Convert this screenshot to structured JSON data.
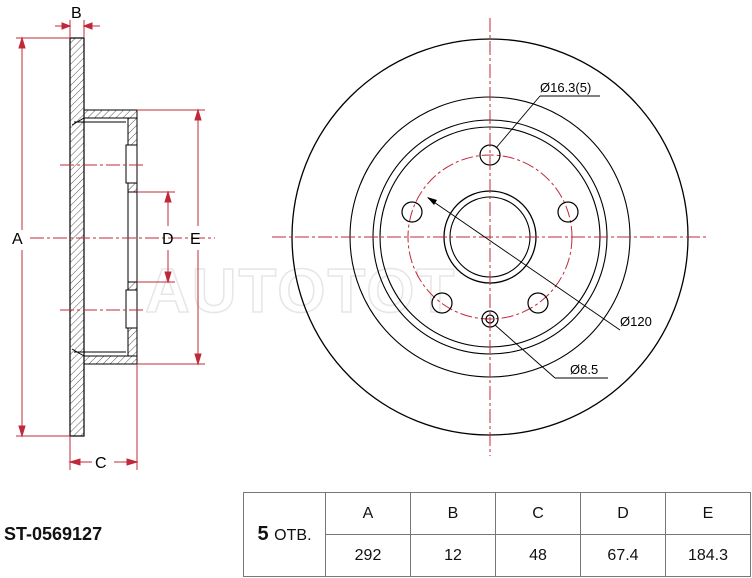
{
  "part_number": "ST-0569127",
  "watermark": "AUTOTOT",
  "labels": {
    "A": "A",
    "B": "B",
    "C": "C",
    "D": "D",
    "E": "E",
    "bolt_hole": "Ø16.3(5)",
    "pcd": "Ø120",
    "pin_hole": "Ø8.5"
  },
  "table": {
    "holes_count": "5",
    "holes_unit": "ОТВ.",
    "headers": [
      "A",
      "B",
      "C",
      "D",
      "E"
    ],
    "values": [
      "292",
      "12",
      "48",
      "67.4",
      "184.3"
    ]
  },
  "colors": {
    "outline": "#000000",
    "centerline": "#c0283a",
    "hatch": "#555555"
  }
}
